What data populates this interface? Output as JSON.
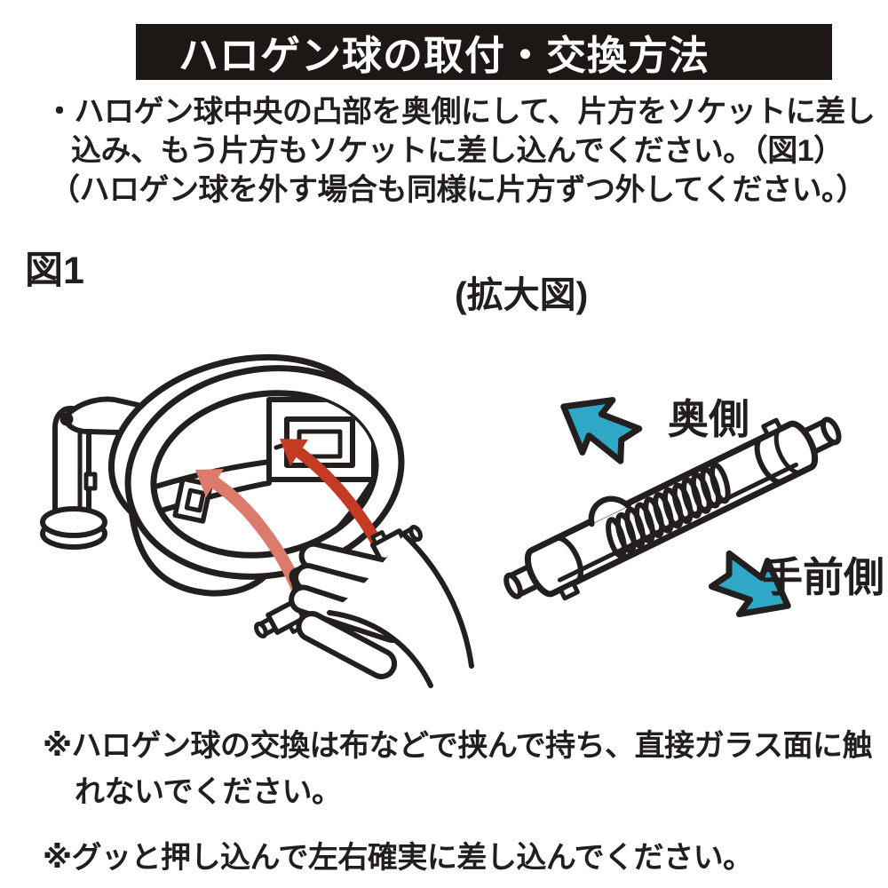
{
  "header": {
    "title": "ハロゲン球の取付・交換方法",
    "bg": "#1d1715",
    "fg": "#ffffff"
  },
  "instructions": {
    "lines": [
      "・ハロゲン球中央の凸部を奥側にして、片方をソケットに差し",
      "込み、もう片方もソケットに差し込んでください。（図1）",
      "（ハロゲン球を外す場合も同様に片方ずつ外してください。）"
    ]
  },
  "figure": {
    "label": "図1",
    "enlarged_view_label": "(拡大図)",
    "back_side_label": "奥側",
    "front_side_label": "手前側"
  },
  "notes": [
    {
      "lines": [
        "※ハロゲン球の交換は布などで挟んで持ち、直接ガラス面に触",
        "れないでください。"
      ]
    },
    {
      "lines": [
        "※グッと押し込んで左右確実に差し込んでください。"
      ]
    }
  ],
  "colors": {
    "line_art": "#231f1f",
    "direction_arrow_cyan": "#2fa7c7",
    "insert_arrow_dark_red": "#c43b24",
    "insert_arrow_salmon": "#dc7a6c",
    "cloth_gray": "#a8a8a8",
    "header_bg": "#1d1715"
  }
}
